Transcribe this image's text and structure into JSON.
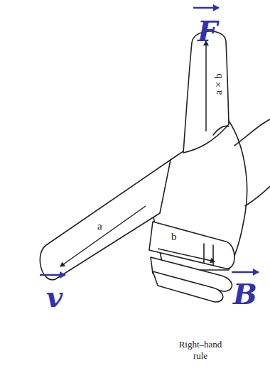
{
  "diagram": {
    "caption": "Right–hand rule",
    "labels": [
      "F",
      "a × b",
      "a",
      "b",
      "v",
      "B"
    ]
  }
}
